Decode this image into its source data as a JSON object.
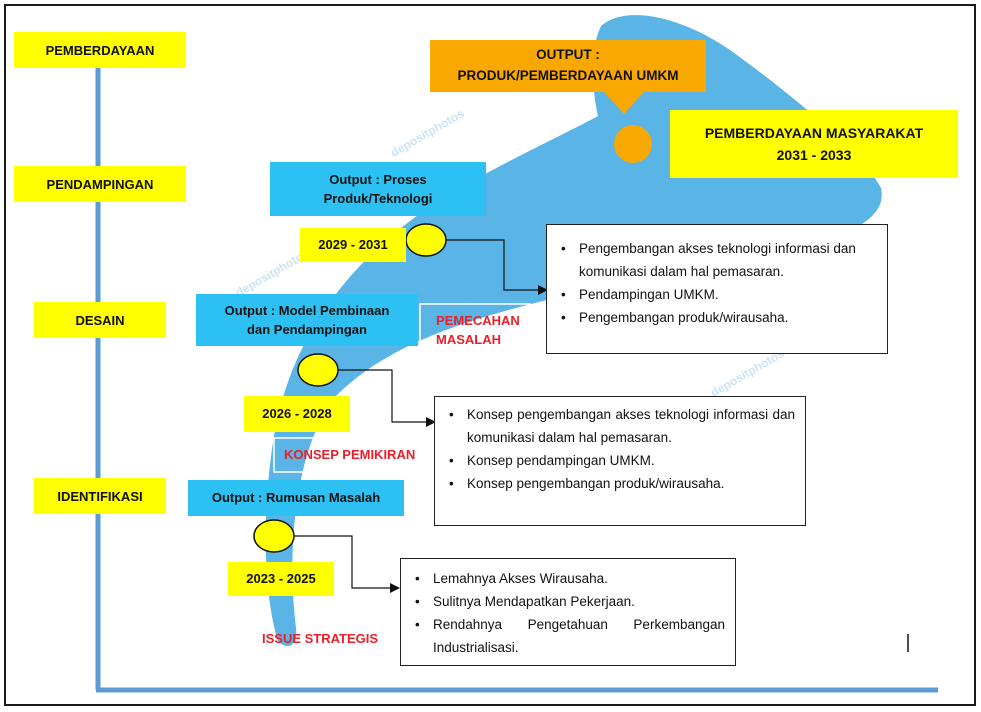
{
  "levels": [
    "PEMBERDAYAAN",
    "PENDAMPINGAN",
    "DESAIN",
    "IDENTIFIKASI"
  ],
  "output_top": {
    "line1": "OUTPUT :",
    "line2": "PRODUK/PEMBERDAYAAN UMKM"
  },
  "masyarakat": {
    "line1": "PEMBERDAYAAN MASYARAKAT",
    "line2": "2031 - 2033"
  },
  "output_proses": {
    "line1": "Output : Proses",
    "line2": "Produk/Teknologi"
  },
  "output_model": {
    "line1": "Output : Model Pembinaan",
    "line2": "dan Pendampingan"
  },
  "output_rumusan": "Output : Rumusan Masalah",
  "years": {
    "y1": "2029 - 2031",
    "y2": "2026 - 2028",
    "y3": "2023 - 2025"
  },
  "labels": {
    "pemecahan1": "PEMECAHAN",
    "pemecahan2": "MASALAH",
    "konsep": "KONSEP PEMIKIRAN",
    "issue": "ISSUE STRATEGIS"
  },
  "box_top": [
    "Pengembangan akses teknologi informasi dan komunikasi dalam hal pemasaran.",
    "Pendampingan UMKM.",
    "Pengembangan produk/wirausaha."
  ],
  "box_mid": [
    "Konsep pengembangan akses teknologi informasi dan komunikasi dalam hal pemasaran.",
    "Konsep pendampingan UMKM.",
    "Konsep pengembangan produk/wirausaha."
  ],
  "box_bot": [
    "Lemahnya Akses Wirausaha.",
    "Sulitnya Mendapatkan Pekerjaan.",
    "Rendahnya Pengetahuan Perkembangan Industrialisasi."
  ],
  "watermark": "depositphotos",
  "colors": {
    "yellow": "#ffff00",
    "cyan": "#2cc1f2",
    "orange": "#f8a800",
    "blue_shape": "#5ab4e5",
    "axis": "#5b9bd5",
    "red": "#e8202a"
  }
}
